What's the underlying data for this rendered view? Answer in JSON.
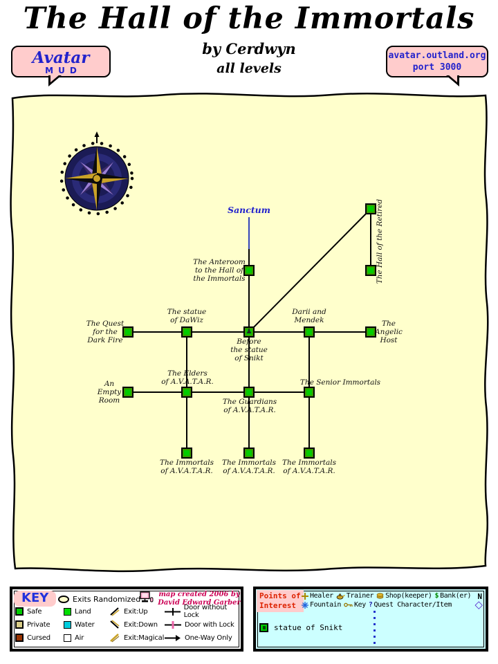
{
  "header": {
    "title": "The Hall of the Immortals",
    "author": "by Cerdwyn",
    "levels": "all levels",
    "badge_left": {
      "line1": "Avatar",
      "line2": "MUD"
    },
    "badge_right": {
      "line1": "avatar.outland.org",
      "line2": "port 3000"
    }
  },
  "map": {
    "labels": {
      "sanctum": "Sanctum",
      "anteroom": "The Anteroom\nto the Hall of\nthe Immortals",
      "hall_of_the_retired": "The Hall of the Retired",
      "statue_of_dawiz": "The statue\nof DaWiz",
      "darii_and_mendek": "Darii and\nMendek",
      "quest_dark_fire": "The Quest\nfor the\nDark Fire",
      "angelic_host": "The\nAngelic\nHost",
      "before_snikt": "Before\nthe statue\nof Snikt",
      "empty_room": "An\nEmpty\nRoom",
      "elders": "The Elders\nof A.V.A.T.A.R.",
      "senior_immortals": "The Senior Immortals",
      "guardians": "The Guardians\nof A.V.A.T.A.R.",
      "immortals": "The Immortals\nof A.V.A.T.A.R."
    }
  },
  "key": {
    "title": "KEY",
    "exits_randomized": "Exits Randomized",
    "credit": "map created 2006 by\nDavid Edward Garber",
    "safe": "Safe",
    "private": "Private",
    "cursed": "Cursed",
    "land": "Land",
    "water": "Water",
    "air": "Air",
    "exit_up": "Exit:Up",
    "exit_down": "Exit:Down",
    "exit_magical": "Exit:Magical",
    "door_without_lock": "Door without Lock",
    "door_with_lock": "Door with Lock",
    "one_way": "One-Way Only"
  },
  "poi": {
    "title": "Points of\nInterest",
    "healer": "Healer",
    "trainer": "Trainer",
    "shop": "Shop(keeper)",
    "bank": "Bank(er)",
    "n": "N",
    "fountain": "Fountain",
    "key": "Key",
    "quest": "Quest Character/Item",
    "snikt": "statue of Snikt"
  },
  "icons": {
    "statue": "♟",
    "diamond": "◇",
    "dollar": "$",
    "question": "?"
  },
  "colors": {
    "parchment": "#FFFFCC",
    "room_green": "#00CC00",
    "badge_pink": "#FFCCCC",
    "poi_cyan": "#CCFFFF",
    "link_blue": "#2222CC",
    "credit_red": "#CC0055"
  }
}
